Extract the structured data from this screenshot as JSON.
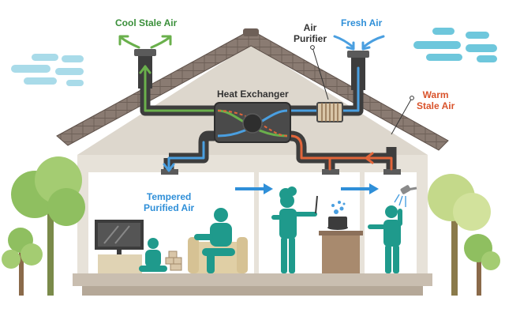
{
  "labels": {
    "cool_stale_air": "Cool Stale Air",
    "air_purifier": "Air\nPurifier",
    "fresh_air": "Fresh Air",
    "heat_exchanger": "Heat Exchanger",
    "warm_stale_air": "Warm\nStale Air",
    "tempered_purified_air": "Tempered\nPurified Air"
  },
  "colors": {
    "cool_stale_air": "#6ab04c",
    "fresh_air": "#4a9fe0",
    "warm_stale_air": "#e2653a",
    "duct": "#3d3d3d",
    "people": "#1f9a8c",
    "roof": "#7b6c64",
    "house_wall": "#e7e2d9"
  }
}
